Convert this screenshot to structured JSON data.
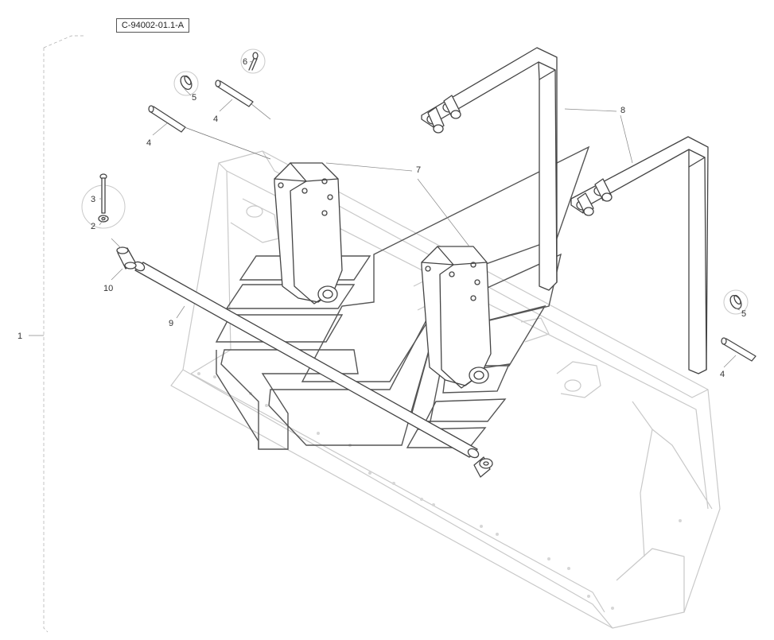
{
  "reference_code": "C-94002-01.1-A",
  "callouts": [
    {
      "id": "c1",
      "label": "1"
    },
    {
      "id": "c2",
      "label": "2"
    },
    {
      "id": "c3",
      "label": "3"
    },
    {
      "id": "c4a",
      "label": "4"
    },
    {
      "id": "c4b",
      "label": "4"
    },
    {
      "id": "c4c",
      "label": "4"
    },
    {
      "id": "c5a",
      "label": "5"
    },
    {
      "id": "c5b",
      "label": "5"
    },
    {
      "id": "c6",
      "label": "6"
    },
    {
      "id": "c7",
      "label": "7"
    },
    {
      "id": "c8",
      "label": "8"
    },
    {
      "id": "c9",
      "label": "9"
    },
    {
      "id": "c10",
      "label": "10"
    }
  ],
  "colors": {
    "line": "#444444",
    "background_part": "#c9c9c9"
  }
}
